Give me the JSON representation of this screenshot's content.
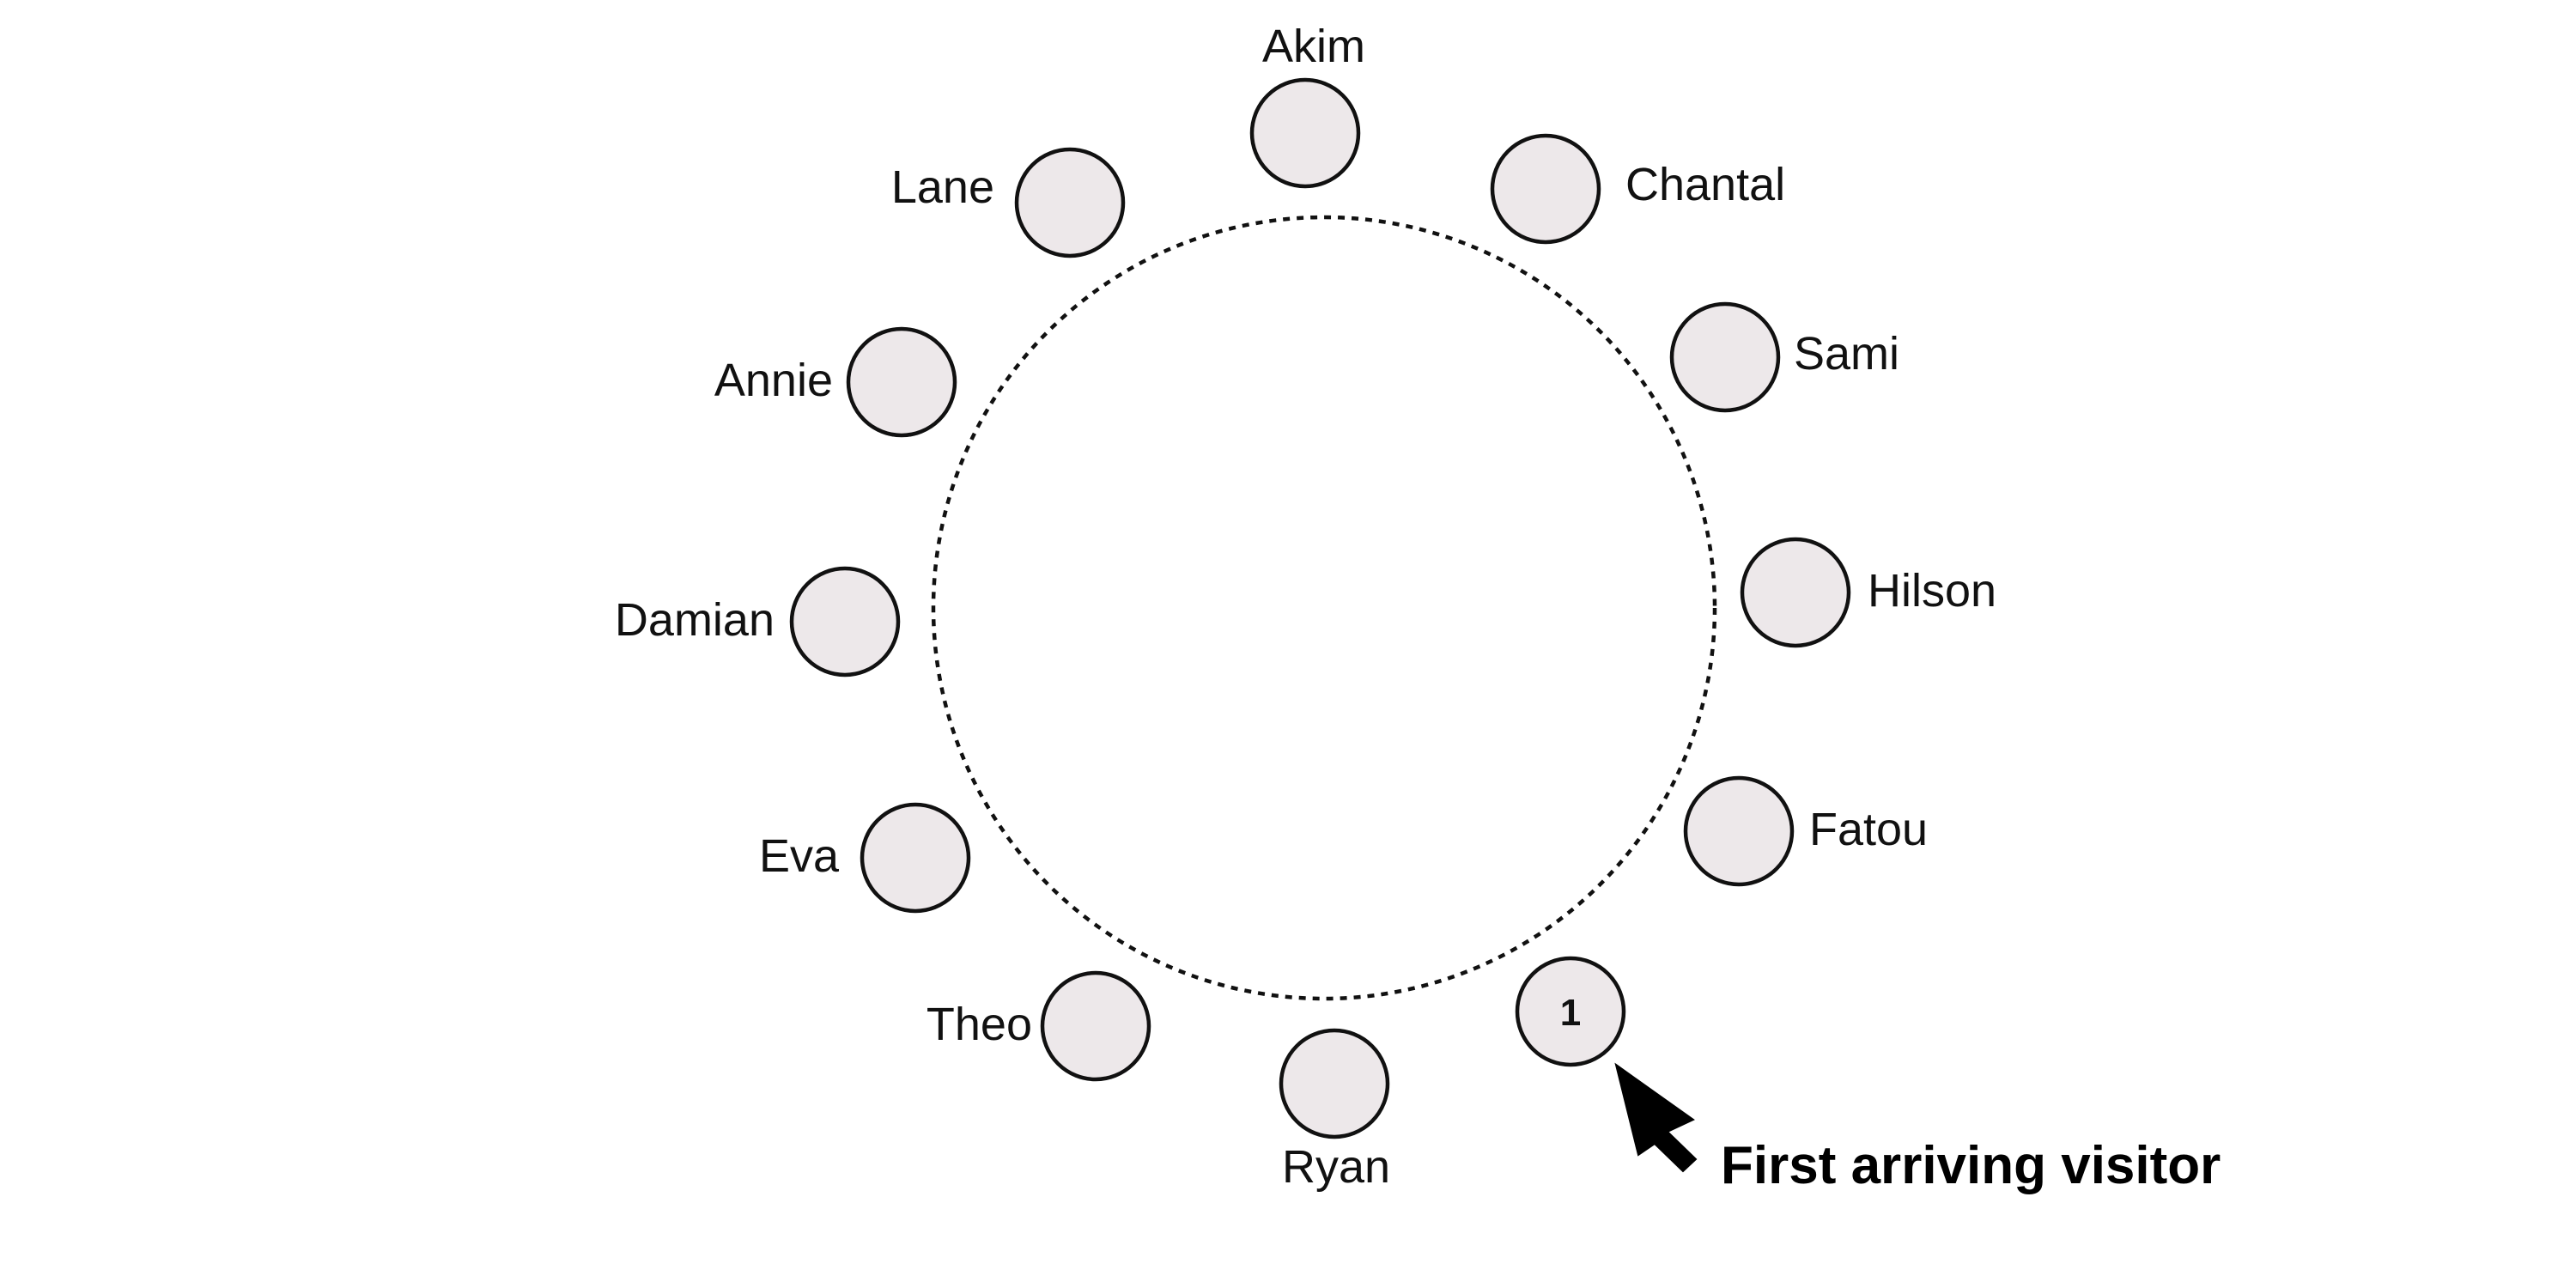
{
  "seats": [
    {
      "id": "akim",
      "label": "Akim",
      "number": ""
    },
    {
      "id": "chantal",
      "label": "Chantal",
      "number": ""
    },
    {
      "id": "sami",
      "label": "Sami",
      "number": ""
    },
    {
      "id": "hilson",
      "label": "Hilson",
      "number": ""
    },
    {
      "id": "fatou",
      "label": "Fatou",
      "number": ""
    },
    {
      "id": "first",
      "label": "",
      "number": "1"
    },
    {
      "id": "ryan",
      "label": "Ryan",
      "number": ""
    },
    {
      "id": "theo",
      "label": "Theo",
      "number": ""
    },
    {
      "id": "eva",
      "label": "Eva",
      "number": ""
    },
    {
      "id": "damian",
      "label": "Damian",
      "number": ""
    },
    {
      "id": "annie",
      "label": "Annie",
      "number": ""
    },
    {
      "id": "lane",
      "label": "Lane",
      "number": ""
    }
  ],
  "callout": {
    "text": "First arriving visitor",
    "icon": "cursor-arrow-icon"
  },
  "colors": {
    "seat_fill": "#ede8ea",
    "stroke": "#111111"
  }
}
